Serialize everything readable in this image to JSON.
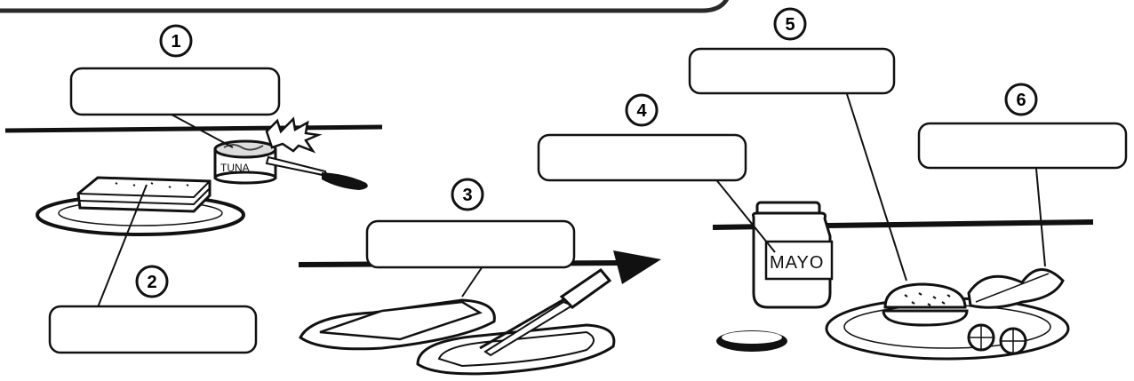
{
  "steps": [
    {
      "number": "1",
      "answer": ""
    },
    {
      "number": "2",
      "answer": ""
    },
    {
      "number": "3",
      "answer": ""
    },
    {
      "number": "4",
      "answer": ""
    },
    {
      "number": "5",
      "answer": ""
    },
    {
      "number": "6",
      "answer": ""
    }
  ],
  "labels": {
    "can": "TUNA",
    "jar": "MAYO"
  }
}
